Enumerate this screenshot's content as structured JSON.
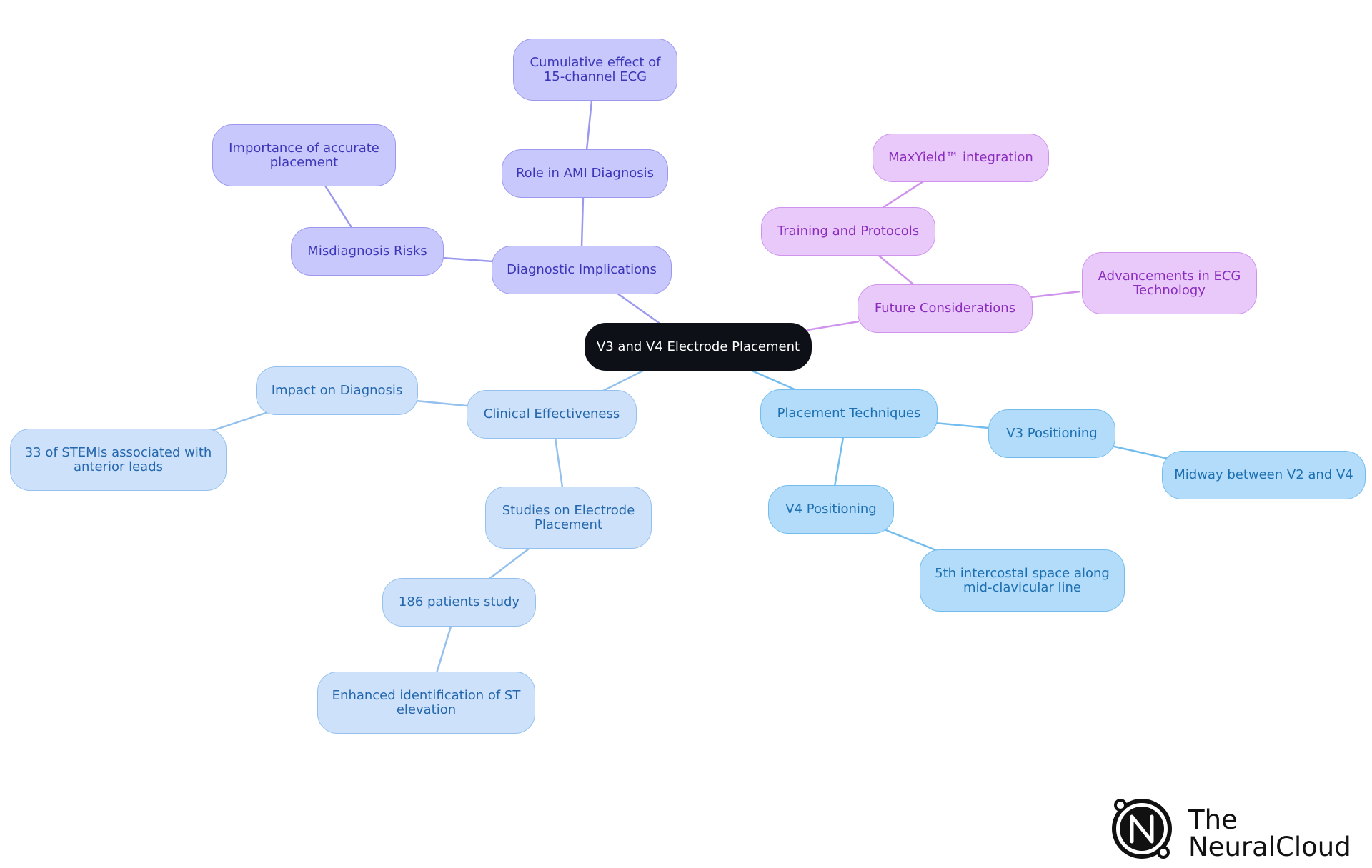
{
  "root": {
    "label": "V3 and V4 Electrode Placement"
  },
  "diagnostic": {
    "label": "Diagnostic Implications",
    "role_ami": "Role in AMI Diagnosis",
    "cumulative": "Cumulative effect of\n15-channel ECG",
    "misdiagnosis": "Misdiagnosis Risks",
    "importance": "Importance of accurate\nplacement"
  },
  "future": {
    "label": "Future Considerations",
    "training": "Training and Protocols",
    "maxyield": "MaxYield™ integration",
    "advancements": "Advancements in ECG\nTechnology"
  },
  "placement": {
    "label": "Placement Techniques",
    "v3": "V3 Positioning",
    "v3_detail": "Midway between V2 and V4",
    "v4": "V4 Positioning",
    "v4_detail": "5th intercostal space along\nmid-clavicular line"
  },
  "clinical": {
    "label": "Clinical Effectiveness",
    "impact": "Impact on Diagnosis",
    "stemi": "33 of STEMIs associated with\nanterior leads",
    "studies": "Studies on Electrode\nPlacement",
    "patients": "186 patients study",
    "enhanced": "Enhanced identification of ST\nelevation"
  },
  "logo": {
    "line1": "The",
    "line2": "NeuralCloud"
  },
  "colors": {
    "purple_branch": "#9b99ee",
    "violet_branch": "#cf93ee",
    "sky_branch": "#72bdee",
    "pale_branch": "#94c0ee",
    "root_fill": "#0d1117"
  }
}
